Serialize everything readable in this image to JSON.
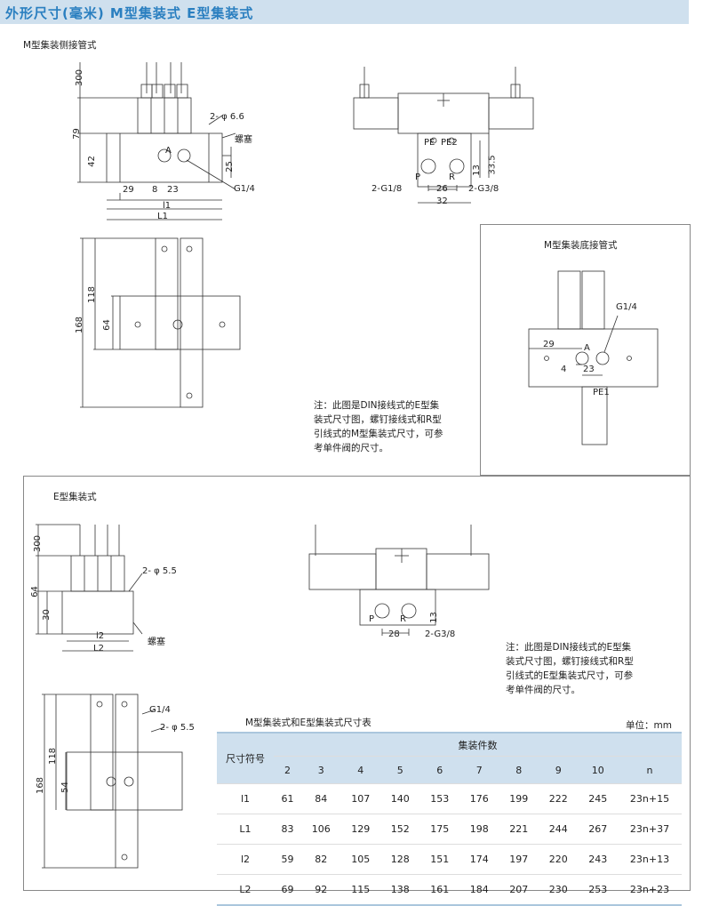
{
  "header": {
    "title": "外形尺寸(毫米)    M型集装式   E型集装式"
  },
  "sections": {
    "m_side": "M型集装侧接管式",
    "m_bottom": "M型集装底接管式",
    "e_type": "E型集装式"
  },
  "labels": {
    "d300": "300",
    "d79": "79",
    "d42": "42",
    "d2phi66": "2- φ 6.6",
    "plug": "螺塞",
    "A": "A",
    "d25": "25",
    "d29": "29",
    "d8": "8",
    "d23": "23",
    "G14": "G1/4",
    "l1": "l1",
    "L1": "L1",
    "PE": "PE",
    "PE2": "PE2",
    "d13": "13",
    "d33_5": "33.5",
    "P": "P",
    "R": "R",
    "d2G18": "2-G1/8",
    "d26": "26",
    "d2G38": "2-G3/8",
    "d32": "32",
    "d118": "118",
    "d64": "64",
    "d168": "168",
    "d4": "4",
    "PE1": "PE1",
    "d2phi55": "2- φ 5.5",
    "d30": "30",
    "l2": "l2",
    "L2": "L2",
    "d28": "28",
    "d54": "54"
  },
  "notes": {
    "m_note": "注：此图是DIN接线式的E型集装式尺寸图，螺钉接线式和R型引线式的M型集装式尺寸，可参考单件阀的尺寸。",
    "e_note": "注：此图是DIN接线式的E型集装式尺寸图，螺钉接线式和R型引线式的E型集装式尺寸，可参考单件阀的尺寸。"
  },
  "table": {
    "title": "M型集装式和E型集装式尺寸表",
    "unit": "单位：mm",
    "symbol_header": "尺寸符号",
    "group_header": "集装件数",
    "columns": [
      "2",
      "3",
      "4",
      "5",
      "6",
      "7",
      "8",
      "9",
      "10",
      "n"
    ],
    "rows": [
      {
        "symbol": "l1",
        "values": [
          "61",
          "84",
          "107",
          "140",
          "153",
          "176",
          "199",
          "222",
          "245",
          "23n+15"
        ]
      },
      {
        "symbol": "L1",
        "values": [
          "83",
          "106",
          "129",
          "152",
          "175",
          "198",
          "221",
          "244",
          "267",
          "23n+37"
        ]
      },
      {
        "symbol": "l2",
        "values": [
          "59",
          "82",
          "105",
          "128",
          "151",
          "174",
          "197",
          "220",
          "243",
          "23n+13"
        ]
      },
      {
        "symbol": "L2",
        "values": [
          "69",
          "92",
          "115",
          "138",
          "161",
          "184",
          "207",
          "230",
          "253",
          "23n+23"
        ]
      }
    ]
  }
}
